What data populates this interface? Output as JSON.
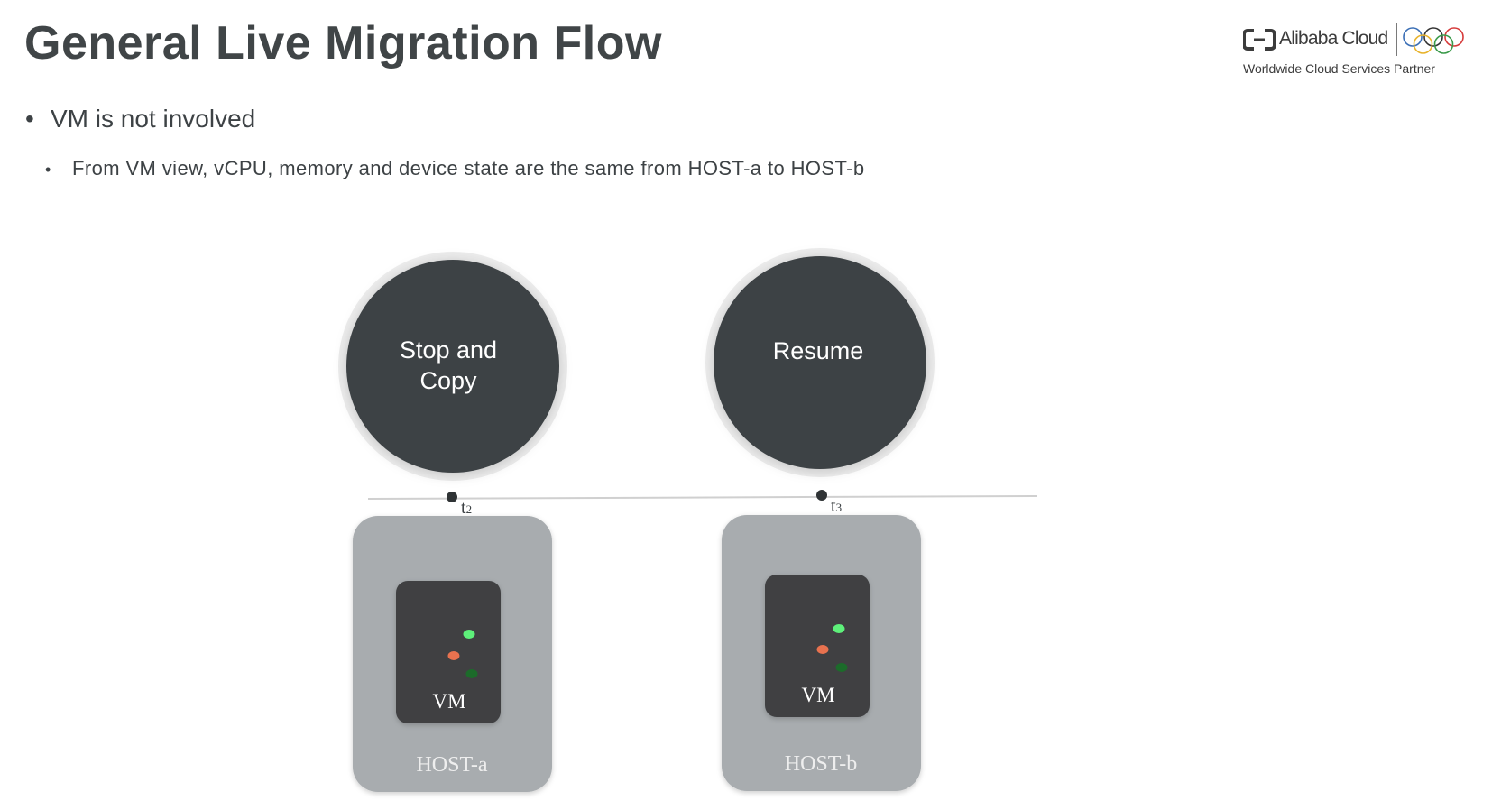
{
  "slide": {
    "title": "General Live Migration Flow"
  },
  "logo": {
    "brand": "Alibaba Cloud",
    "tagline": "Worldwide Cloud Services Partner",
    "mark_icon": "alibaba-cloud-bracket-icon",
    "rings_icon": "olympic-rings-icon"
  },
  "bullets": [
    {
      "text": "VM is not involved",
      "level": 1
    },
    {
      "text": "From VM view, vCPU, memory and device state are the same from HOST-a to HOST-b",
      "level": 2
    }
  ],
  "diagram": {
    "stages": [
      {
        "line1": "Stop and",
        "line2": "Copy"
      },
      {
        "line1": "Resume",
        "line2": ""
      }
    ],
    "ticks": [
      {
        "main": "t",
        "sub": "2"
      },
      {
        "main": "t",
        "sub": "3"
      }
    ],
    "hosts": [
      {
        "label": "HOST-a",
        "vm_label": "VM"
      },
      {
        "label": "HOST-b",
        "vm_label": "VM"
      }
    ],
    "colors": {
      "circle": "#3d4245",
      "host_box": "#a8acaf",
      "vm_box": "#3f4143",
      "led_light_green": "#5ef07a",
      "led_orange": "#e8724f",
      "led_dark_green": "#1c6b2a"
    }
  }
}
